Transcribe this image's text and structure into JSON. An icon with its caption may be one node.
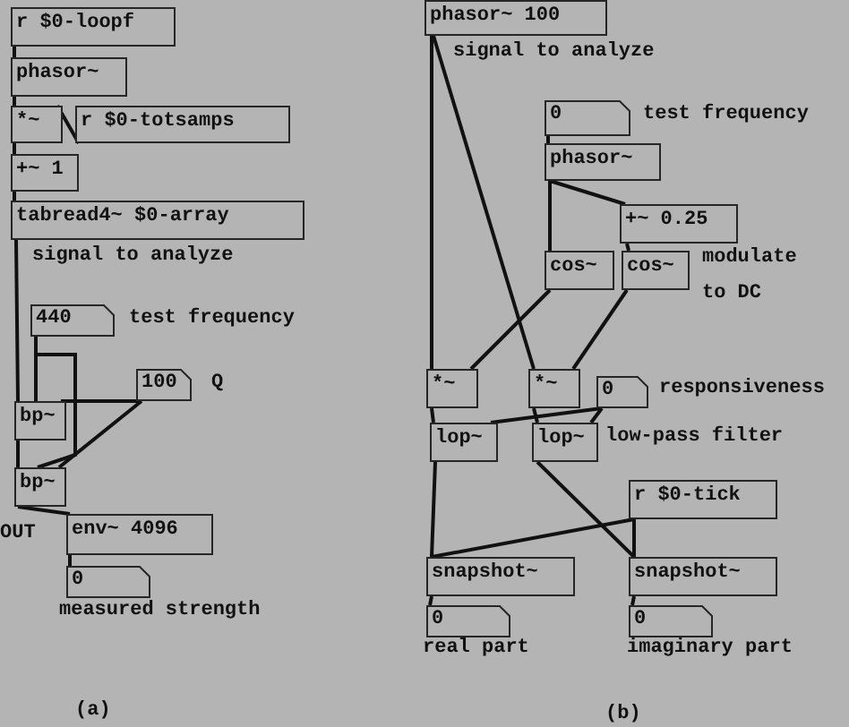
{
  "diagram": {
    "nodes": [
      {
        "text": [
          "r $0-loopf"
        ]
      },
      {
        "text": [
          "phasor~"
        ]
      },
      {
        "text": [
          "*~"
        ]
      },
      {
        "text": [
          "r $0-totsamps"
        ]
      },
      {
        "text": [
          "+~ 1"
        ]
      },
      {
        "text": [
          "tabread4~ $0-array"
        ]
      },
      {
        "text": [
          "440"
        ]
      },
      {
        "text": [
          "100"
        ]
      },
      {
        "text": [
          "bp~"
        ]
      },
      {
        "text": [
          "bp~"
        ]
      },
      {
        "text": [
          "env~ 4096"
        ]
      },
      {
        "text": [
          "0"
        ]
      },
      {
        "text": [
          "phasor~ 100"
        ]
      },
      {
        "text": [
          "0"
        ]
      },
      {
        "text": [
          "phasor~"
        ]
      },
      {
        "text": [
          "+~ 0.25"
        ]
      },
      {
        "text": [
          "cos~"
        ]
      },
      {
        "text": [
          "cos~"
        ]
      },
      {
        "text": [
          "*~"
        ]
      },
      {
        "text": [
          "*~"
        ]
      },
      {
        "text": [
          "0"
        ]
      },
      {
        "text": [
          "lop~"
        ]
      },
      {
        "text": [
          "lop~"
        ]
      },
      {
        "text": [
          "r $0-tick"
        ]
      },
      {
        "text": [
          "snapshot~"
        ]
      },
      {
        "text": [
          "snapshot~"
        ]
      },
      {
        "text": [
          "0"
        ]
      },
      {
        "text": [
          "0"
        ]
      }
    ],
    "edges": [
      {
        "from": 0,
        "to": 1,
        "arrow": "none"
      },
      {
        "from": 1,
        "to": 2,
        "arrow": "none"
      },
      {
        "from": 3,
        "to": 2,
        "arrow": "none"
      },
      {
        "from": 2,
        "to": 4,
        "arrow": "none"
      },
      {
        "from": 4,
        "to": 5,
        "arrow": "none"
      },
      {
        "from": 5,
        "to": 8,
        "arrow": "none"
      },
      {
        "from": 6,
        "to": 8,
        "arrow": "none"
      },
      {
        "from": 7,
        "to": 8,
        "arrow": "none"
      },
      {
        "from": 8,
        "to": 9,
        "arrow": "none"
      },
      {
        "from": 6,
        "to": 9,
        "arrow": "none"
      },
      {
        "from": 7,
        "to": 9,
        "arrow": "none"
      },
      {
        "from": 9,
        "to": 10,
        "arrow": "none"
      },
      {
        "from": 10,
        "to": 11,
        "arrow": "none"
      },
      {
        "from": 12,
        "to": 18,
        "arrow": "none"
      },
      {
        "from": 12,
        "to": 19,
        "arrow": "none"
      },
      {
        "from": 13,
        "to": 14,
        "arrow": "none"
      },
      {
        "from": 14,
        "to": 16,
        "arrow": "none"
      },
      {
        "from": 14,
        "to": 15,
        "arrow": "none"
      },
      {
        "from": 15,
        "to": 17,
        "arrow": "none"
      },
      {
        "from": 16,
        "to": 18,
        "arrow": "none"
      },
      {
        "from": 17,
        "to": 19,
        "arrow": "none"
      },
      {
        "from": 18,
        "to": 21,
        "arrow": "none"
      },
      {
        "from": 19,
        "to": 22,
        "arrow": "none"
      },
      {
        "from": 20,
        "to": 21,
        "arrow": "none"
      },
      {
        "from": 20,
        "to": 22,
        "arrow": "none"
      },
      {
        "from": 21,
        "to": 24,
        "arrow": "none"
      },
      {
        "from": 22,
        "to": 25,
        "arrow": "none"
      },
      {
        "from": 23,
        "to": 24,
        "arrow": "none"
      },
      {
        "from": 23,
        "to": 25,
        "arrow": "none"
      },
      {
        "from": 24,
        "to": 26,
        "arrow": "none"
      },
      {
        "from": 25,
        "to": 27,
        "arrow": "none"
      }
    ],
    "labels": [
      "signal to analyze",
      "test frequency",
      "Q",
      "OUT",
      "measured strength",
      "(a)",
      "signal to analyze",
      "test frequency",
      "modulate to DC",
      "responsiveness",
      "low-pass filter",
      "real part",
      "imaginary part",
      "(b)"
    ]
  }
}
